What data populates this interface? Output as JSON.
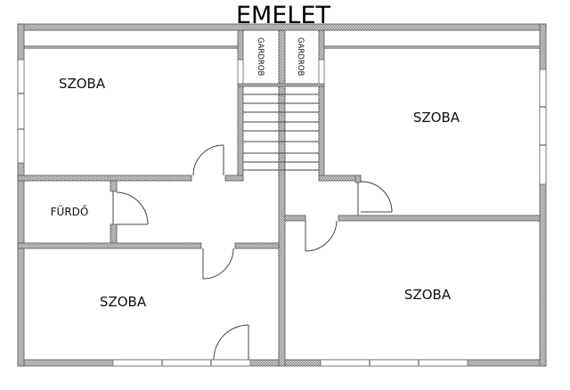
{
  "title": "EMELET",
  "rooms": {
    "room_top_left": "SZOBA",
    "room_top_right": "SZOBA",
    "room_bottom_left": "SZOBA",
    "room_bottom_right": "SZOBA",
    "bathroom": "FÜRDŐ",
    "wardrobe_left": "GARDROB",
    "wardrobe_right": "GARDROB"
  },
  "colors": {
    "wall": "#9a9a9a",
    "line": "#444444"
  }
}
